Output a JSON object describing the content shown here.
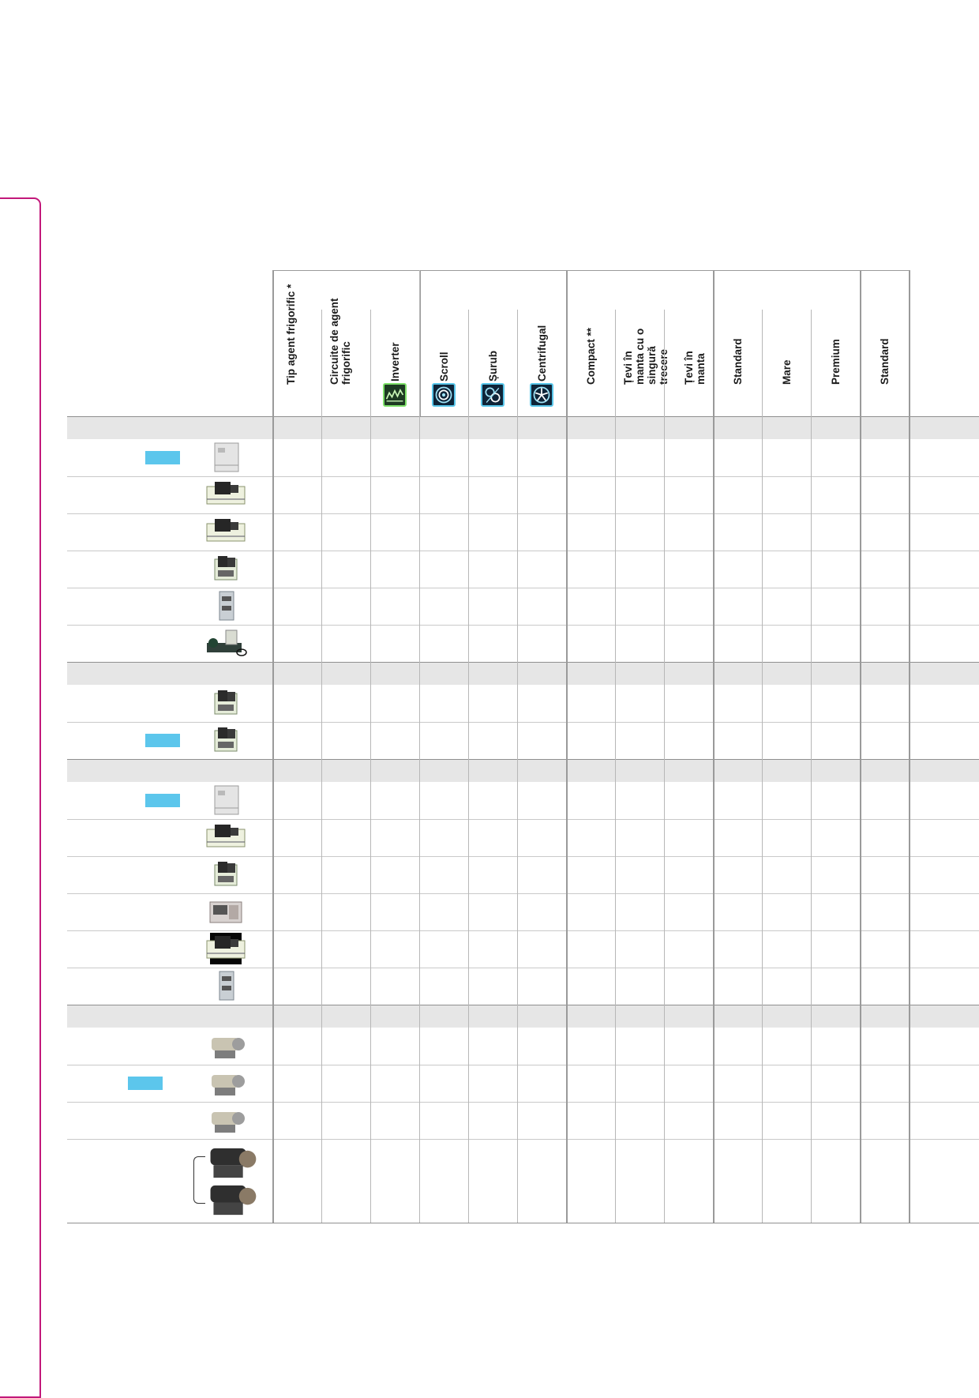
{
  "header": {
    "columns": [
      {
        "key": "refrigerant_type",
        "label": "Tip agent frigorific *"
      },
      {
        "key": "refrigerant_circuits",
        "label": "Circuite de agent frigorific"
      },
      {
        "key": "inverter",
        "label": "Inverter",
        "icon": "inverter-icon"
      },
      {
        "key": "scroll",
        "label": "Scroll",
        "icon": "scroll-compressor-icon"
      },
      {
        "key": "screw",
        "label": "Șurub",
        "icon": "screw-compressor-icon"
      },
      {
        "key": "centrifugal",
        "label": "Centrifugal",
        "icon": "centrifugal-compressor-icon"
      },
      {
        "key": "compact",
        "label": "Compact **"
      },
      {
        "key": "single_pass_shell_tube",
        "label": "Țevi în manta cu o singură trecere"
      },
      {
        "key": "shell_tube",
        "label": "Țevi în manta"
      },
      {
        "key": "standard_1",
        "label": "Standard"
      },
      {
        "key": "large",
        "label": "Mare"
      },
      {
        "key": "premium",
        "label": "Premium"
      },
      {
        "key": "standard_2",
        "label": "Standard"
      }
    ]
  },
  "colors": {
    "accent_frame": "#c2187a",
    "section_band": "#e6e6e6",
    "new_tag": "#5cc6ec",
    "icon_border": "#59c6ea"
  },
  "sections": [
    {
      "rows": [
        {
          "thumb": "packaged-chiller-unit-image",
          "tag": true
        },
        {
          "thumb": "compact-chiller-unit-image",
          "tag": false
        },
        {
          "thumb": "compact-chiller-unit-image",
          "tag": false
        },
        {
          "thumb": "modular-chiller-unit-image",
          "tag": false
        },
        {
          "thumb": "vertical-chiller-unit-image",
          "tag": false
        },
        {
          "thumb": "open-frame-chiller-image",
          "tag": false
        }
      ]
    },
    {
      "rows": [
        {
          "thumb": "screw-chiller-unit-image",
          "tag": false
        },
        {
          "thumb": "screw-chiller-unit-image",
          "tag": true
        }
      ]
    },
    {
      "rows": [
        {
          "thumb": "packaged-chiller-unit-image",
          "tag": true
        },
        {
          "thumb": "compact-chiller-unit-image",
          "tag": false
        },
        {
          "thumb": "modular-chiller-unit-image",
          "tag": false
        },
        {
          "thumb": "large-chiller-unit-image",
          "tag": false
        },
        {
          "thumb": "dark-background-chiller-image",
          "tag": false
        },
        {
          "thumb": "vertical-chiller-unit-image",
          "tag": false
        }
      ]
    },
    {
      "rows": [
        {
          "thumb": "centrifugal-chiller-unit-image",
          "tag": false
        },
        {
          "thumb": "centrifugal-chiller-unit-image",
          "tag": true
        },
        {
          "thumb": "large-centrifugal-chiller-image",
          "tag": false
        },
        {
          "thumb": "dual-centrifugal-chiller-image",
          "tag": false
        }
      ]
    }
  ]
}
